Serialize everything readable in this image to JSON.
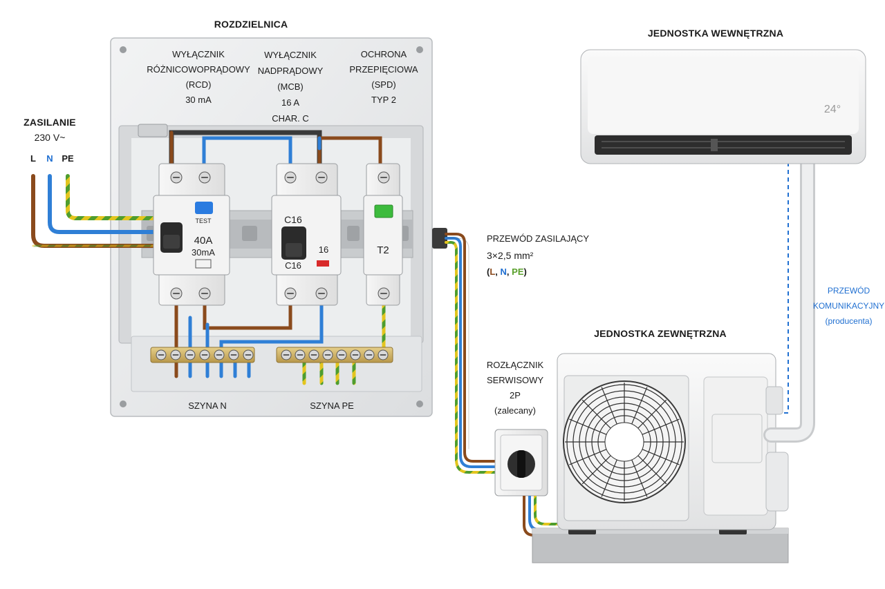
{
  "titles": {
    "switchboard": "ROZDZIELNICA",
    "indoor_unit": "JEDNOSTKA WEWNĘTRZNA",
    "outdoor_unit": "JEDNOSTKA ZEWNĘTRZNA"
  },
  "supply": {
    "title": "ZASILANIE",
    "voltage": "230 V~",
    "conductors": [
      "L",
      "N",
      "PE"
    ]
  },
  "devices": {
    "rcd": {
      "lines": [
        "WYŁĄCZNIK",
        "RÓŻNICOWOPRĄDOWY",
        "(RCD)",
        "30 mA"
      ],
      "face_rating": "40A",
      "face_sensitivity": "30mA",
      "test_label": "TEST"
    },
    "mcb": {
      "lines": [
        "WYŁĄCZNIK",
        "NADPRĄDOWY",
        "(MCB)",
        "16 A",
        "CHAR. C"
      ],
      "face_top": "C16",
      "face_bottom": "C16",
      "face_side": "16"
    },
    "spd": {
      "lines": [
        "OCHRONA",
        "PRZEPIĘCIOWA",
        "(SPD)",
        "TYP 2"
      ],
      "face_type": "T2"
    }
  },
  "busbars": {
    "n_label": "SZYNA N",
    "pe_label": "SZYNA PE"
  },
  "cable": {
    "lines": [
      "PRZEWÓD ZASILAJĄCY",
      "3×2,5 mm²"
    ],
    "conductors": [
      "L",
      "N",
      "PE"
    ]
  },
  "isolator": {
    "lines": [
      "ROZŁĄCZNIK",
      "SERWISOWY",
      "2P",
      "(zalecany)"
    ]
  },
  "comm_cable": {
    "lines": [
      "PRZEWÓD",
      "KOMUNIKACYJNY",
      "(producenta)"
    ]
  },
  "indoor_display": "24°",
  "colors": {
    "live": "#8a4a1c",
    "neutral": "#2f7fd6",
    "earth_yellow": "#e3c51e",
    "earth_green": "#4f9d2e",
    "enclosure": "#e9eaeb",
    "comm_dash": "#1f6fd1"
  }
}
